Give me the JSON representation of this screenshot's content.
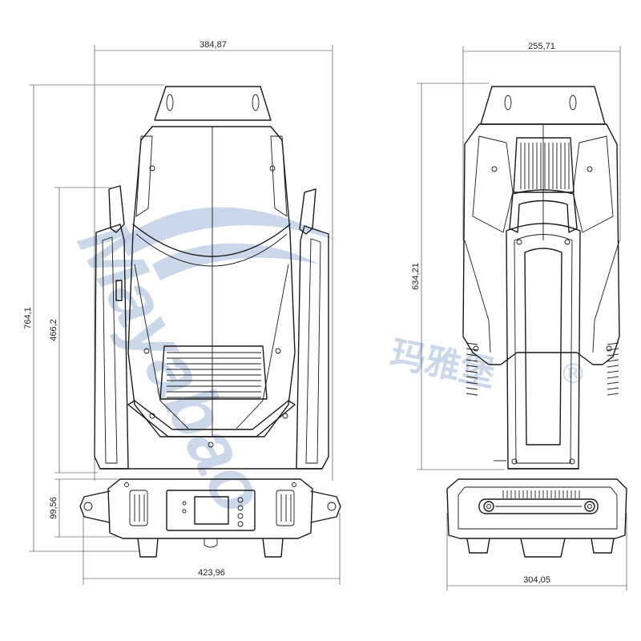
{
  "dimensions": {
    "front_top_width": "384,87",
    "front_total_height": "764,1",
    "front_arm_height": "466,2",
    "front_base_height": "99,56",
    "front_base_width": "423,96",
    "side_top_width": "255,71",
    "side_total_height": "634,21",
    "side_base_width": "304,05"
  },
  "watermark": {
    "latin": "Mayabao",
    "cjk": "玛雅堡",
    "mark": "®"
  },
  "colors": {
    "line": "#1a1a1a",
    "watermark": "#b9cbe4"
  }
}
